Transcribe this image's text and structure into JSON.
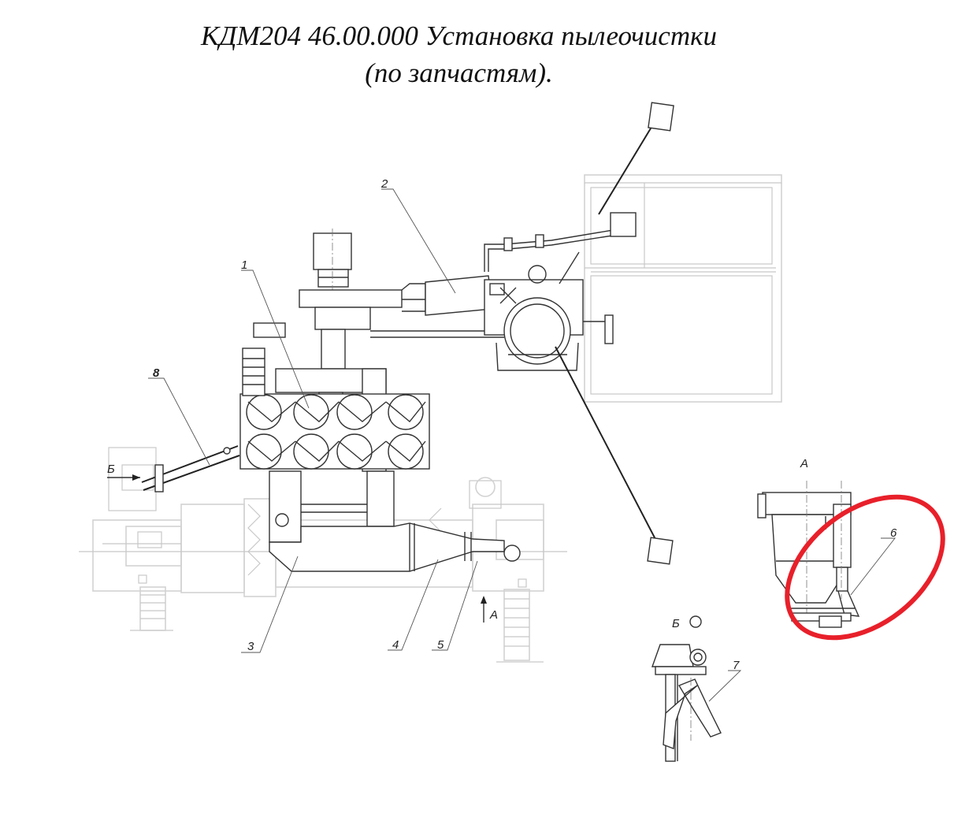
{
  "title": {
    "line1": "КДМ204 46.00.000 Установка пылеочистки",
    "line2": "(по запчастям)."
  },
  "callouts": {
    "c1": "1",
    "c2": "2",
    "c3": "3",
    "c4": "4",
    "c5": "5",
    "c6": "6",
    "c7": "7",
    "c8": "8"
  },
  "views": {
    "view_a_label": "А",
    "view_a_arrow": "А",
    "view_b_label": "Б",
    "view_b_arrow": "Б"
  },
  "colors": {
    "highlight": "#e8202a",
    "line": "#333333",
    "background_machine": "#c8c8c8"
  }
}
